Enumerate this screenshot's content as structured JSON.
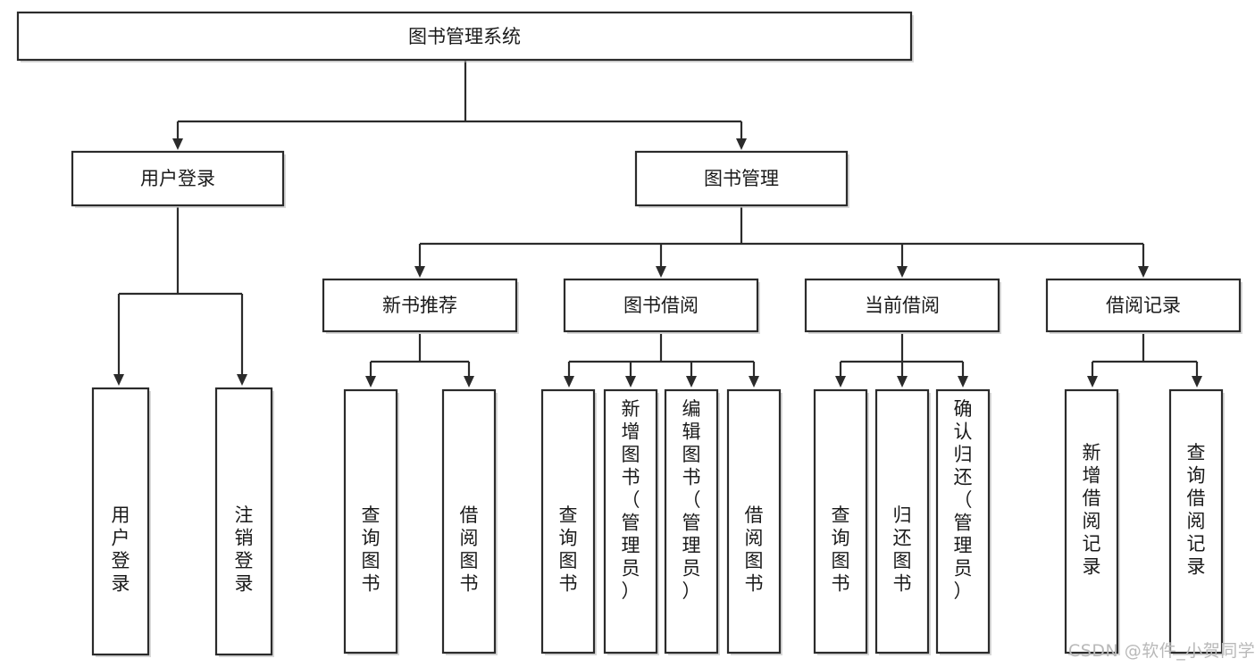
{
  "diagram": {
    "type": "tree-flowchart",
    "root": {
      "id": "root",
      "label": "图书管理系统"
    },
    "level2": [
      {
        "id": "user-login",
        "label": "用户登录"
      },
      {
        "id": "book-manage",
        "label": "图书管理"
      }
    ],
    "level3": [
      {
        "id": "new-book-rec",
        "label": "新书推荐",
        "parent": "book-manage"
      },
      {
        "id": "book-borrow",
        "label": "图书借阅",
        "parent": "book-manage"
      },
      {
        "id": "current-borrow",
        "label": "当前借阅",
        "parent": "book-manage"
      },
      {
        "id": "borrow-record",
        "label": "借阅记录",
        "parent": "book-manage"
      }
    ],
    "leaves": [
      {
        "id": "leaf-user-login",
        "label": "用户登录",
        "parent": "user-login"
      },
      {
        "id": "leaf-user-logout",
        "label": "注销登录",
        "parent": "user-login"
      },
      {
        "id": "leaf-query-book-1",
        "label": "查询图书",
        "parent": "new-book-rec"
      },
      {
        "id": "leaf-borrow-book-1",
        "label": "借阅图书",
        "parent": "new-book-rec"
      },
      {
        "id": "leaf-query-book-2",
        "label": "查询图书",
        "parent": "book-borrow"
      },
      {
        "id": "leaf-add-book",
        "label": "新增图书（管理员）",
        "parent": "book-borrow"
      },
      {
        "id": "leaf-edit-book",
        "label": "编辑图书（管理员）",
        "parent": "book-borrow"
      },
      {
        "id": "leaf-borrow-book-2",
        "label": "借阅图书",
        "parent": "book-borrow"
      },
      {
        "id": "leaf-query-book-3",
        "label": "查询图书",
        "parent": "current-borrow"
      },
      {
        "id": "leaf-return-book",
        "label": "归还图书",
        "parent": "current-borrow"
      },
      {
        "id": "leaf-confirm-return",
        "label": "确认归还（管理员）",
        "parent": "current-borrow"
      },
      {
        "id": "leaf-add-record",
        "label": "新增借阅记录",
        "parent": "borrow-record"
      },
      {
        "id": "leaf-query-record",
        "label": "查询借阅记录",
        "parent": "borrow-record"
      }
    ]
  },
  "watermark": {
    "text": "CSDN @软件_小贺同学"
  },
  "colors": {
    "stroke": "#2b2b2b",
    "fill": "#ffffff",
    "text": "#1a1a1a",
    "watermark": "#b9b9b9",
    "background": "#ffffff"
  }
}
